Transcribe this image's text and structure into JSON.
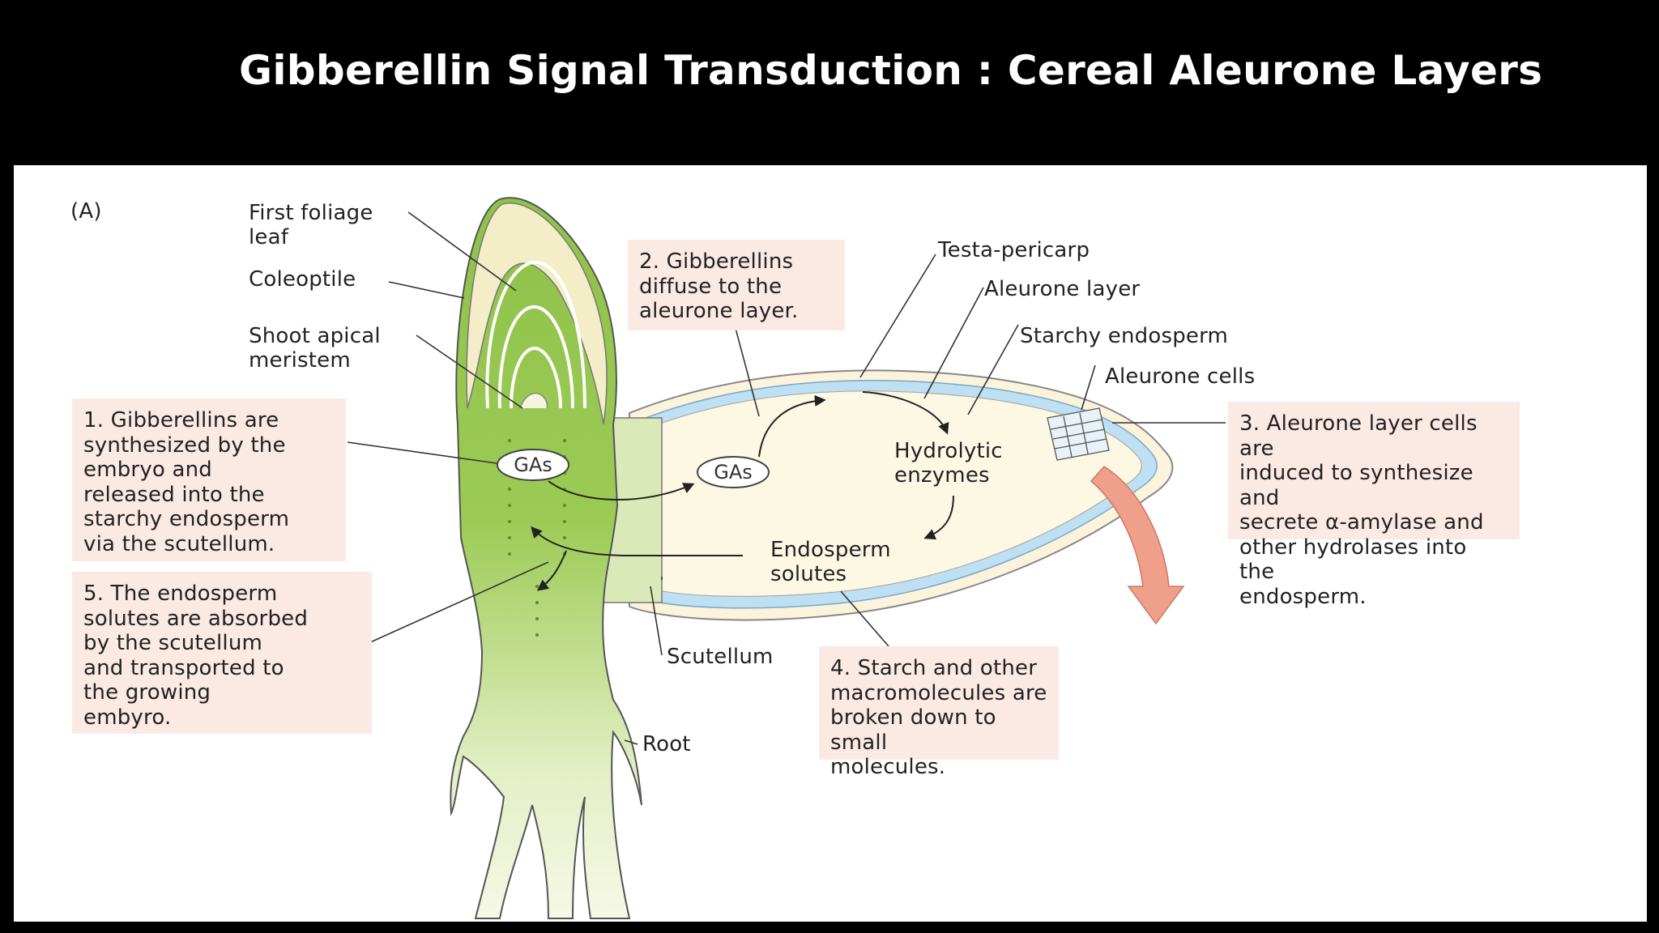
{
  "slide": {
    "title": "Gibberellin Signal Transduction : Cereal Aleurone Layers"
  },
  "figure": {
    "panel_label": "(A)",
    "labels": {
      "first_foliage_leaf": "First foliage\nleaf",
      "coleoptile": "Coleoptile",
      "shoot_apical_meristem": "Shoot apical\nmeristem",
      "testa_pericarp": "Testa-pericarp",
      "aleurone_layer": "Aleurone layer",
      "starchy_endosperm": "Starchy endosperm",
      "aleurone_cells": "Aleurone cells",
      "hydrolytic_enzymes": "Hydrolytic\nenzymes",
      "endosperm_solutes": "Endosperm\nsolutes",
      "scutellum": "Scutellum",
      "root": "Root",
      "gas_embryo": "GAs",
      "gas_endosperm": "GAs"
    },
    "steps": {
      "step1": "1. Gibberellins are\nsynthesized by the\nembryo and\nreleased into the\nstarchy endosperm\nvia the scutellum.",
      "step2": "2. Gibberellins\ndiffuse to the\naleurone layer.",
      "step3": "3. Aleurone layer cells are\ninduced to synthesize and\nsecrete α-amylase and\nother hydrolases into the\nendosperm.",
      "step4": "4. Starch and other\nmacromolecules are\nbroken down to small\nmolecules.",
      "step5": "5. The endosperm\nsolutes are absorbed\nby the scutellum\nand transported to\nthe growing\nembyro."
    },
    "colors": {
      "embryo_green": "#8fc24a",
      "endosperm_cream": "#fdf8e4",
      "aleurone_blue": "#bfe0f2",
      "callout_pink": "#fbe9e4",
      "arrow_salmon": "#f0a08a"
    }
  }
}
